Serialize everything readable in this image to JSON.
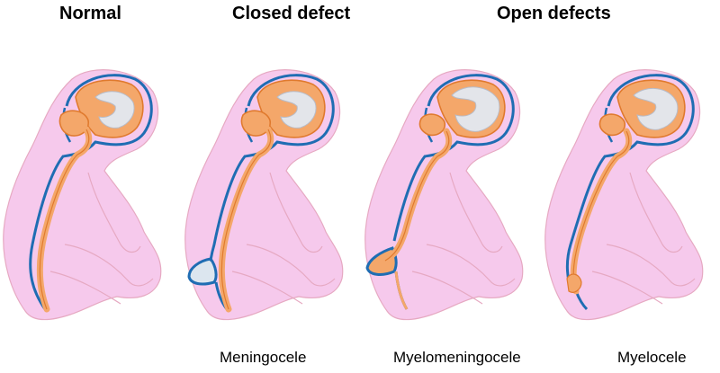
{
  "headers": {
    "normal": "Normal",
    "closed": "Closed defect",
    "open": "Open defects"
  },
  "captions": {
    "meningocele": "Meningocele",
    "myelomeningocele": "Myelomeningocele",
    "myelocele": "Myelocele"
  },
  "colors": {
    "skin": "#f6c9ec",
    "skin_outline": "#e6a9c2",
    "neural_tissue": "#f4a76a",
    "neural_outline": "#e07a2e",
    "meninges": "#1f6db3",
    "csf": "#dce6ef",
    "cortex_inner": "#e3e5ea"
  },
  "panels": [
    {
      "defect": "normal"
    },
    {
      "defect": "meningocele"
    },
    {
      "defect": "myelomeningocele"
    },
    {
      "defect": "myelocele"
    }
  ]
}
